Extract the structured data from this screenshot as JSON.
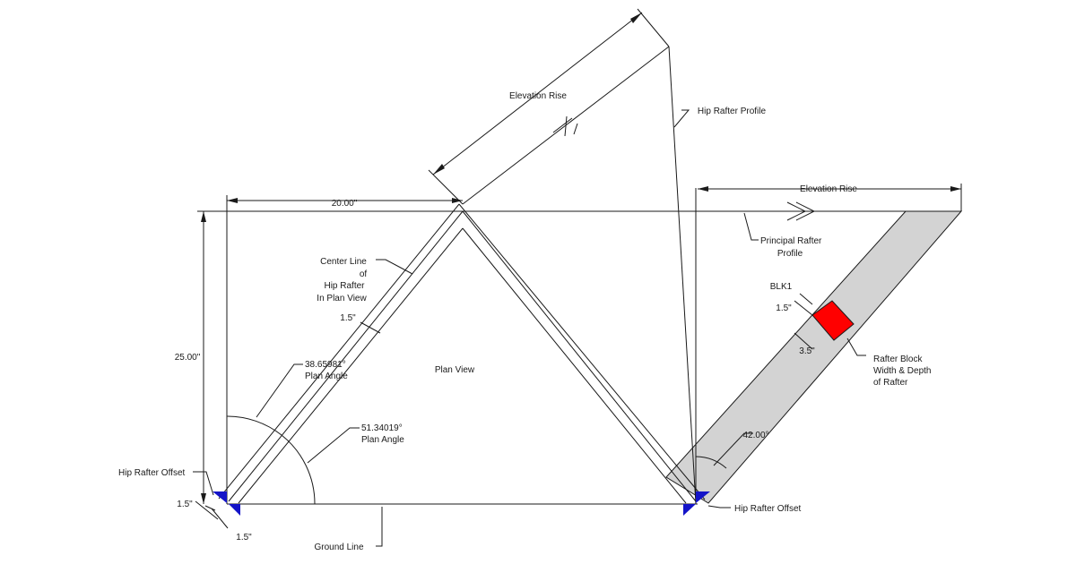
{
  "labels": {
    "plan_width": "20.00\"",
    "plan_height": "25.00\"",
    "elevation_rise_hip": "Elevation Rise",
    "elevation_rise_principal": "Elevation Rise",
    "hip_rafter_profile": "Hip Rafter Profile",
    "principal_rafter_profile_line1": "Principal  Rafter",
    "principal_rafter_profile_line2": "Profile",
    "center_line_1": "Center Line",
    "center_line_2": "of",
    "center_line_3": "Hip Rafter",
    "center_line_4": "In Plan View",
    "hip_width": "1.5\"",
    "plan_angle_1_value": "38.65981°",
    "plan_angle_1_text": "Plan Angle",
    "plan_angle_2_value": "51.34019°",
    "plan_angle_2_text": "Plan Angle",
    "plan_view": "Plan View",
    "hip_offset_left": "Hip Rafter Offset",
    "hip_offset_right": "Hip Rafter Offset",
    "offset_dim_a": "1.5\"",
    "offset_dim_b": "1.5\"",
    "ground_line": "Ground Line",
    "blk1": "BLK1",
    "block_depth": "1.5\"",
    "block_width": "3.5\"",
    "block_note_1": "Rafter Block",
    "block_note_2": "Width & Depth",
    "block_note_3": "of Rafter",
    "pitch_angle": "42.00°"
  },
  "colors": {
    "line": "#1a1a1a",
    "rafter_fill": "#d3d3d3",
    "block_fill": "#ff0000",
    "offset_fill": "#1414c8"
  }
}
